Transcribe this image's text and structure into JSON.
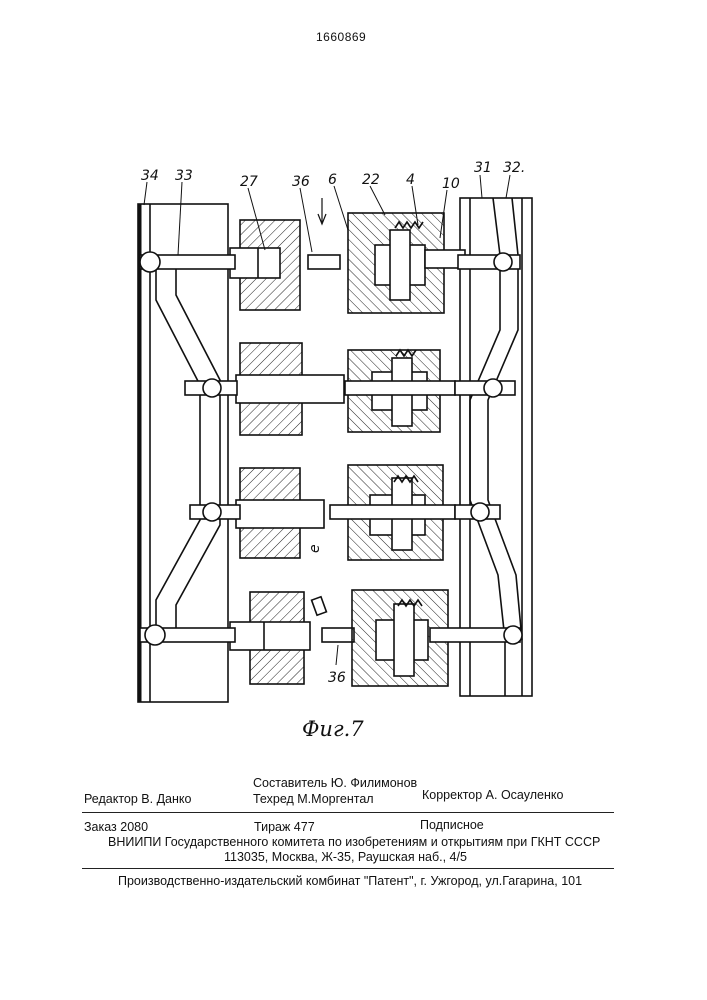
{
  "header": {
    "patent_number": "1660869"
  },
  "figure": {
    "caption": "Фиг.7",
    "labels": {
      "l34": "34",
      "l33": "33",
      "l27": "27",
      "l36_top": "36",
      "l6": "6",
      "l22": "22",
      "l4": "4",
      "l10": "10",
      "l31": "31",
      "l32": "32.",
      "le": "e",
      "l36_bottom": "36"
    }
  },
  "credits": {
    "compiler": "Составитель Ю. Филимонов",
    "editor": "Редактор  В. Данко",
    "techred": "Техред М.Моргентал",
    "corrector": "Корректор  А. Осауленко",
    "order": "Заказ  2080",
    "circulation": "Тираж  477",
    "subscription": "Подписное",
    "org": "ВНИИПИ Государственного комитета по изобретениям и открытиям при ГКНТ СССР",
    "address": "113035, Москва, Ж-35, Раушская наб., 4/5",
    "publisher": "Производственно-издательский комбинат \"Патент\", г. Ужгород, ул.Гагарина, 101"
  }
}
